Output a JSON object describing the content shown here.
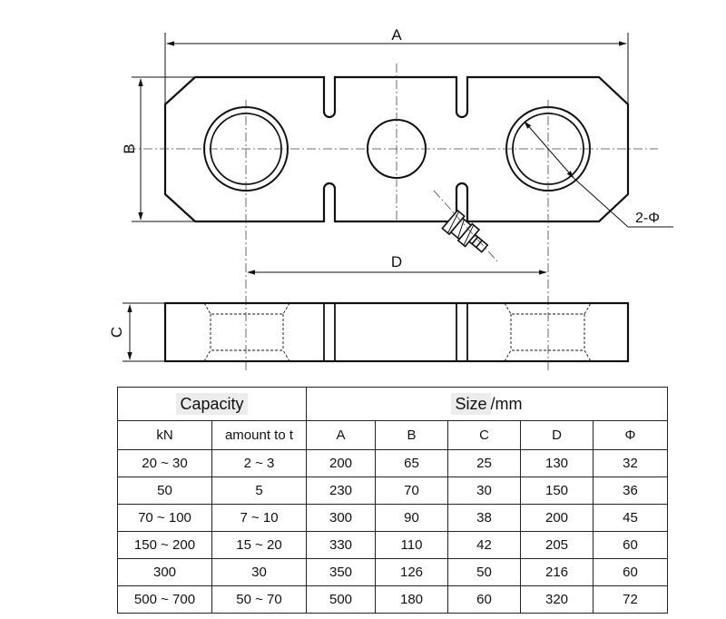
{
  "drawing": {
    "dim_labels": {
      "a": "A",
      "b": "B",
      "c": "C",
      "d": "D",
      "phi": "2-Φ"
    }
  },
  "table": {
    "capacity_header": "Capacity",
    "size_header": "Size",
    "size_unit": "/mm",
    "columns": [
      "kN",
      "amount to t",
      "A",
      "B",
      "C",
      "D",
      "Φ"
    ],
    "rows": [
      [
        "20 ~ 30",
        "2 ~ 3",
        "200",
        "65",
        "25",
        "130",
        "32"
      ],
      [
        "50",
        "5",
        "230",
        "70",
        "30",
        "150",
        "36"
      ],
      [
        "70 ~ 100",
        "7 ~ 10",
        "300",
        "90",
        "38",
        "200",
        "45"
      ],
      [
        "150 ~ 200",
        "15 ~ 20",
        "330",
        "110",
        "42",
        "205",
        "60"
      ],
      [
        "300",
        "30",
        "350",
        "126",
        "50",
        "216",
        "60"
      ],
      [
        "500 ~ 700",
        "50 ~ 70",
        "500",
        "180",
        "60",
        "320",
        "72"
      ]
    ]
  }
}
